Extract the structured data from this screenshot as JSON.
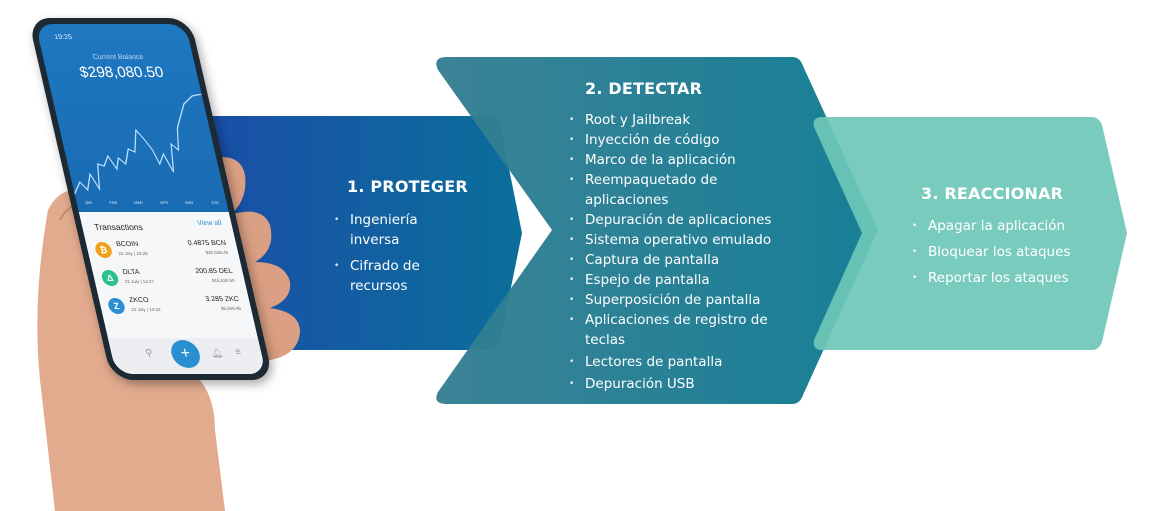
{
  "phone": {
    "time": "19:25",
    "balance_label": "Current Balance",
    "balance": "$298,080.50",
    "months": [
      "JAN",
      "FEB",
      "MAR",
      "APR",
      "MAY",
      "JUN"
    ],
    "transactions_title": "Transactions",
    "view_all": "View all",
    "transactions": [
      {
        "name": "BCOIN",
        "date": "22 July | 15:25",
        "amount": "0.4875 BCN",
        "fiat": "$30,538.45",
        "icon": "bitcoin-icon",
        "color": "#f0a11c",
        "glyph": "₿"
      },
      {
        "name": "DLTA",
        "date": "22 July | 13:27",
        "amount": "200.85 DEL",
        "fiat": "$15,538.50",
        "icon": "delta-icon",
        "color": "#2cc08a",
        "glyph": "Δ"
      },
      {
        "name": "ZKCO",
        "date": "22 July | 10:32",
        "amount": "3.285 ZKC",
        "fiat": "$5,505.95",
        "icon": "zcoin-icon",
        "color": "#2a8fd0",
        "glyph": "Z"
      }
    ],
    "fab": "+"
  },
  "steps": [
    {
      "title": "1. PROTEGER",
      "color": "#1656a6",
      "items": [
        "Ingeniería inversa",
        "Cifrado de recursos"
      ]
    },
    {
      "title": "2. DETECTAR",
      "color": "#1a7f93",
      "items": [
        "Root y Jailbreak",
        "Inyección de código",
        "Marco de la aplicación",
        "Reempaquetado de aplicaciones",
        "Depuración de aplicaciones",
        "Sistema operativo emulado",
        "Captura de pantalla",
        "Espejo de pantalla",
        "Superposición de pantalla",
        "Aplicaciones de registro de teclas",
        "Lectores de pantalla",
        "Depuración USB"
      ]
    },
    {
      "title": "3. REACCIONAR",
      "color": "#6ec8b7",
      "items": [
        "Apagar la aplicación",
        "Bloquear los ataques",
        "Reportar los ataques"
      ]
    }
  ]
}
